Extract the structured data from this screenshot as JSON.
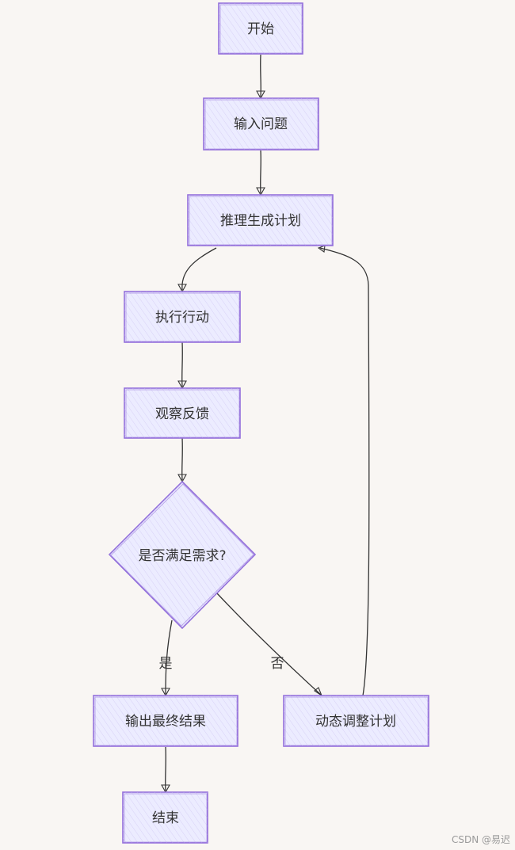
{
  "nodes": {
    "start": "开始",
    "input": "输入问题",
    "plan": "推理生成计划",
    "execute": "执行行动",
    "observe": "观察反馈",
    "decision": "是否满足需求?",
    "output": "输出最终结果",
    "adjust": "动态调整计划",
    "end": "结束"
  },
  "edges": {
    "yes": "是",
    "no": "否"
  },
  "watermark": "CSDN @易迟",
  "colors": {
    "node_fill": "#ececff",
    "node_stroke": "#9370db",
    "edge": "#333333",
    "background": "#f9f6f3"
  }
}
